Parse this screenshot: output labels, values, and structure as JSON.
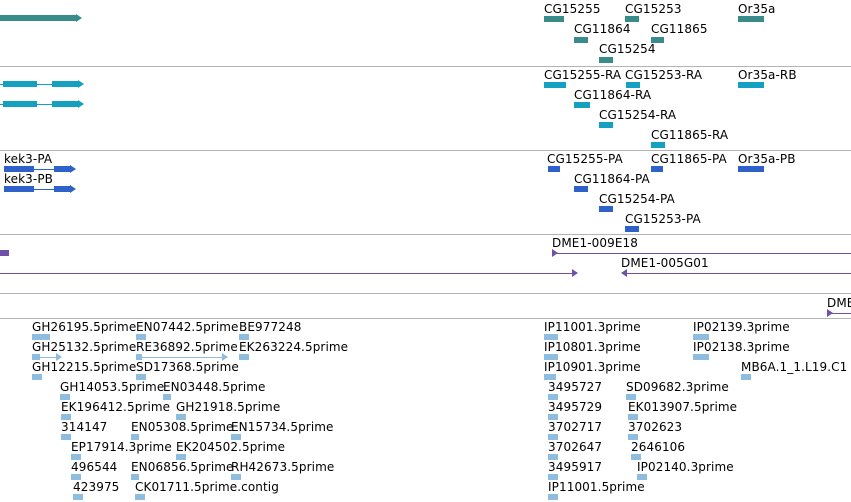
{
  "colors": {
    "gene": "#3a8c8c",
    "transcript": "#14a0c0",
    "cds": "#2e62c8",
    "clone": "#7050a8",
    "est": "#8fbde0",
    "divider": "#b4b4b4"
  },
  "tracks": [
    {
      "id": "genes",
      "labels": [
        "CG15255",
        "CG15253",
        "Or35a",
        "CG11864",
        "CG11865",
        "CG15254"
      ]
    },
    {
      "id": "transcripts",
      "labels": [
        "CG15255-RA",
        "CG15253-RA",
        "Or35a-RB",
        "CG11864-RA",
        "CG15254-RA",
        "CG11865-RA"
      ]
    },
    {
      "id": "cds",
      "labels": [
        "kek3-PA",
        "kek3-PB",
        "CG15255-PA",
        "CG11865-PA",
        "Or35a-PB",
        "CG11864-PA",
        "CG15254-PA",
        "CG15253-PA"
      ]
    },
    {
      "id": "clones",
      "labels": [
        "DME1-009E18",
        "DME1-005G01"
      ]
    },
    {
      "id": "clones2",
      "labels": [
        "DME"
      ]
    },
    {
      "id": "ests",
      "labels": [
        "GH26195.5prime",
        "EN07442.5prime",
        "BE977248",
        "GH25132.5prime",
        "RE36892.5prime",
        "EK263224.5prime",
        "GH12215.5prime",
        "SD17368.5prime",
        "GH14053.5prime",
        "EN03448.5prime",
        "EK196412.5prime",
        "GH21918.5prime",
        "314147",
        "EN05308.5prime",
        "EN15734.5prime",
        "EP17914.3prime",
        "EK204502.5prime",
        "496544",
        "EN06856.5prime",
        "RH42673.5prime",
        "423975",
        "CK01711.5prime.contig",
        "IP11001.3prime",
        "IP02139.3prime",
        "IP10801.3prime",
        "IP02138.3prime",
        "IP10901.3prime",
        "MB6A.1_1.L19.C1",
        "3495727",
        "SD09682.3prime",
        "3495729",
        "EK013907.5prime",
        "3702717",
        "3702623",
        "3702647",
        "2646106",
        "3495917",
        "IP02140.3prime",
        "IP11001.5prime"
      ]
    }
  ]
}
